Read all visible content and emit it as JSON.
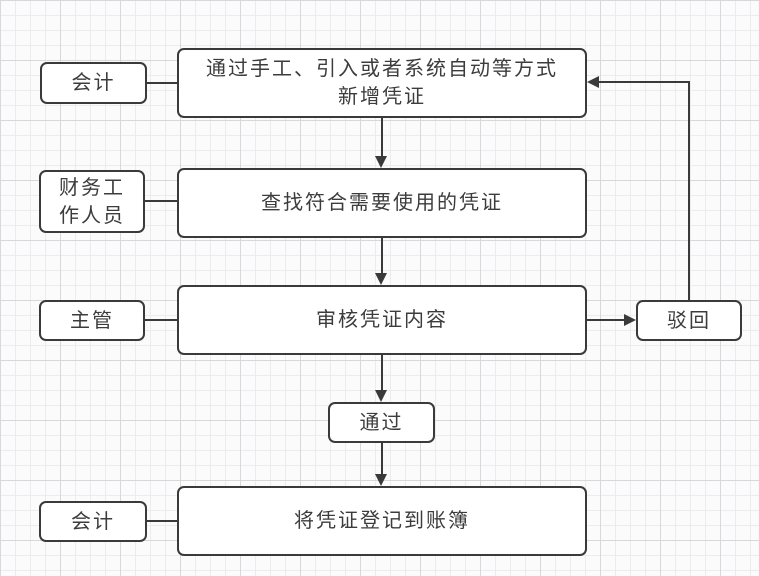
{
  "diagram": {
    "type": "flowchart",
    "language": "zh-CN",
    "colors": {
      "stroke": "#3a3a3a",
      "text": "#3c3c3c",
      "node_fill": "#ffffff",
      "canvas_bg": "#fbfbfc",
      "grid_minor": "#ececf0",
      "grid_major": "#d8d8dc"
    },
    "nodes": {
      "role_accountant_top": {
        "label": "会计"
      },
      "role_finance_staff": {
        "label": "财务工作人员",
        "line1": "财务工",
        "line2": "作人员"
      },
      "role_supervisor": {
        "label": "主管"
      },
      "role_accountant_bottom": {
        "label": "会计"
      },
      "step_create": {
        "label": "通过手工、引入或者系统自动等方式新增凭证",
        "line1": "通过手工、引入或者系统自动等方式",
        "line2": "新增凭证"
      },
      "step_find": {
        "label": "查找符合需要使用的凭证"
      },
      "step_review": {
        "label": "审核凭证内容"
      },
      "step_pass": {
        "label": "通过"
      },
      "step_record": {
        "label": "将凭证登记到账簿"
      },
      "step_reject": {
        "label": "驳回"
      }
    },
    "edges": [
      {
        "from": "role_accountant_top",
        "to": "step_create",
        "style": "plain-connector"
      },
      {
        "from": "role_finance_staff",
        "to": "step_find",
        "style": "plain-connector"
      },
      {
        "from": "role_supervisor",
        "to": "step_review",
        "style": "plain-connector"
      },
      {
        "from": "role_accountant_bottom",
        "to": "step_record",
        "style": "plain-connector"
      },
      {
        "from": "step_create",
        "to": "step_find",
        "style": "arrow-down"
      },
      {
        "from": "step_find",
        "to": "step_review",
        "style": "arrow-down"
      },
      {
        "from": "step_review",
        "to": "step_pass",
        "style": "arrow-down"
      },
      {
        "from": "step_pass",
        "to": "step_record",
        "style": "arrow-down"
      },
      {
        "from": "step_review",
        "to": "step_reject",
        "style": "arrow-right"
      },
      {
        "from": "step_reject",
        "to": "step_create",
        "style": "arrow-up-then-left"
      }
    ]
  }
}
